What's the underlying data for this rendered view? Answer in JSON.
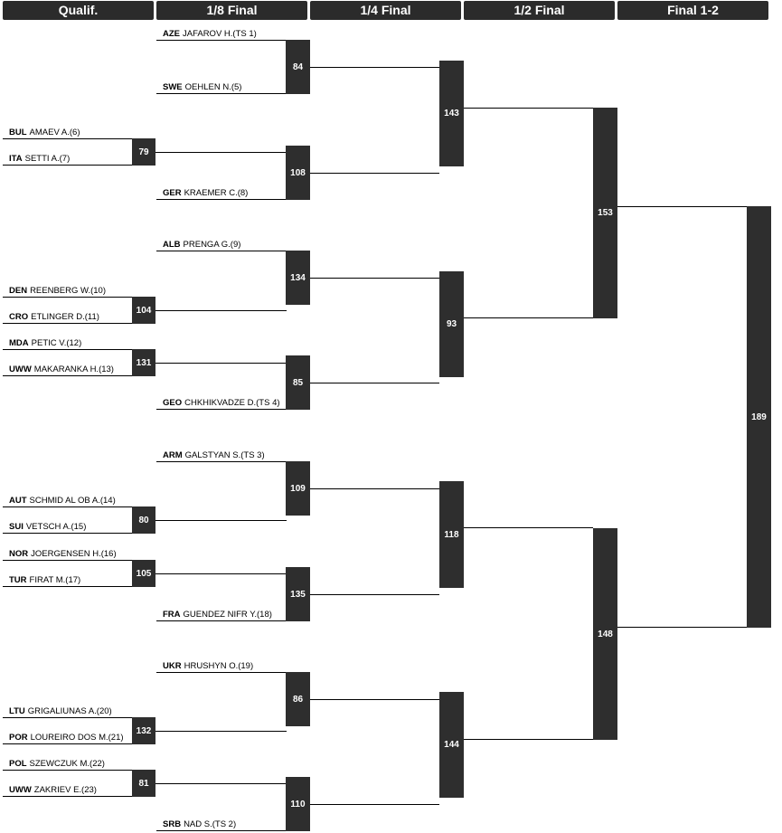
{
  "rounds": [
    "Qualif.",
    "1/8 Final",
    "1/4 Final",
    "1/2 Final",
    "Final 1-2"
  ],
  "qual": [
    {
      "c1": "BUL",
      "n1": "AMAEV A.(6)",
      "c2": "ITA",
      "n2": "SETTI A.(7)",
      "bout": "79"
    },
    {
      "c1": "DEN",
      "n1": "REENBERG W.(10)",
      "c2": "CRO",
      "n2": "ETLINGER D.(11)",
      "bout": "104"
    },
    {
      "c1": "MDA",
      "n1": "PETIC V.(12)",
      "c2": "UWW",
      "n2": "MAKARANKA H.(13)",
      "bout": "131"
    },
    {
      "c1": "AUT",
      "n1": "SCHMID AL OB A.(14)",
      "c2": "SUI",
      "n2": "VETSCH A.(15)",
      "bout": "80"
    },
    {
      "c1": "NOR",
      "n1": "JOERGENSEN H.(16)",
      "c2": "TUR",
      "n2": "FIRAT M.(17)",
      "bout": "105"
    },
    {
      "c1": "LTU",
      "n1": "GRIGALIUNAS A.(20)",
      "c2": "POR",
      "n2": "LOUREIRO DOS M.(21)",
      "bout": "132"
    },
    {
      "c1": "POL",
      "n1": "SZEWCZUK M.(22)",
      "c2": "UWW",
      "n2": "ZAKRIEV E.(23)",
      "bout": "81"
    }
  ],
  "eighth": [
    {
      "c1": "AZE",
      "n1": "JAFAROV H.(TS 1)",
      "c2": "SWE",
      "n2": "OEHLEN N.(5)",
      "bout": "84"
    },
    {
      "c1": "",
      "n1": "",
      "c2": "GER",
      "n2": "KRAEMER C.(8)",
      "bout": "108"
    },
    {
      "c1": "ALB",
      "n1": "PRENGA G.(9)",
      "c2": "",
      "n2": "",
      "bout": "134"
    },
    {
      "c1": "",
      "n1": "",
      "c2": "GEO",
      "n2": "CHKHIKVADZE D.(TS 4)",
      "bout": "85"
    },
    {
      "c1": "ARM",
      "n1": "GALSTYAN S.(TS 3)",
      "c2": "",
      "n2": "",
      "bout": "109"
    },
    {
      "c1": "",
      "n1": "",
      "c2": "FRA",
      "n2": "GUENDEZ NIFR Y.(18)",
      "bout": "135"
    },
    {
      "c1": "UKR",
      "n1": "HRUSHYN O.(19)",
      "c2": "",
      "n2": "",
      "bout": "86"
    },
    {
      "c1": "",
      "n1": "",
      "c2": "SRB",
      "n2": "NAD S.(TS 2)",
      "bout": "110"
    }
  ],
  "quarter": [
    "143",
    "93",
    "118",
    "144"
  ],
  "semi": [
    "153",
    "148"
  ],
  "final": "189"
}
